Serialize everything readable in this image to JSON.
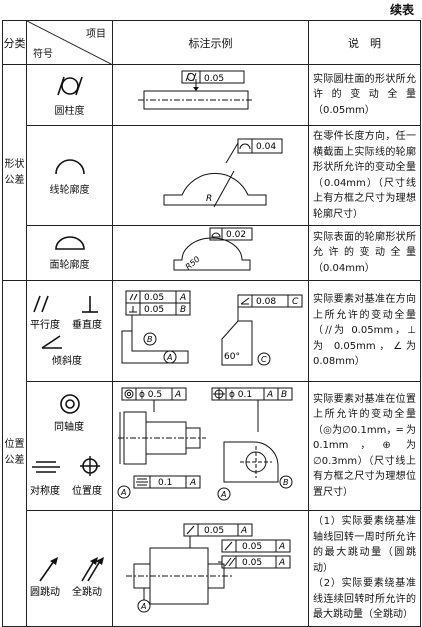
{
  "continued_label": "续表",
  "header": {
    "category": "分类",
    "item": "项目",
    "symbol": "符号",
    "example": "标注示例",
    "description": "说　明"
  },
  "categories": {
    "shape": "形状公差",
    "position": "位置公差"
  },
  "rows": [
    {
      "name": "圆柱度",
      "tolerance": "0.05",
      "description": "实际圆柱面的形状所允许的变动全量（0.05mm）"
    },
    {
      "name": "线轮廓度",
      "tolerance": "0.04",
      "radius_label": "R",
      "description": "在零件长度方向，任一横截面上实际线的轮廓形状所允许的变动全量（0.04mm）（尺寸线上有方框之尺寸为理想轮廓尺寸）"
    },
    {
      "name": "面轮廓度",
      "tolerance": "0.02",
      "radius_label": "R50",
      "description": "实际表面的轮廓形状所允许的变动全量（0.04mm）"
    },
    {
      "name_parallel": "平行度",
      "name_perpendicular": "垂直度",
      "name_angularity": "倾斜度",
      "parallel_tol": "0.05",
      "parallel_datum": "A",
      "perp_tol": "0.05",
      "perp_datum": "B",
      "angular_tol": "0.08",
      "angular_datum": "C",
      "angle_label": "60°",
      "datum_b": "B",
      "datum_a": "A",
      "datum_c": "C",
      "description": "实际要素对基准在方向上所允许的变动全量（∕∕为 0.05mm，⊥ 为 0.05mm，∠为0.08mm）"
    },
    {
      "name_coaxiality": "同轴度",
      "name_symmetry": "对称度",
      "name_position": "位置度",
      "coax_tol": "ϕ 0.5",
      "coax_datum": "A",
      "pos_tol": "ϕ 0.1",
      "pos_datum1": "A",
      "pos_datum2": "B",
      "sym_tol": "0.1",
      "sym_datum": "A",
      "datum_a": "A",
      "datum_b": "B",
      "description": "实际要素对基准在位置上所允许的变动全量（◎为∅0.1mm，═ 为 0.1mm，⊕ 为 ∅0.3mm）（尺寸线上有方框之尺寸为理想位置尺寸）"
    },
    {
      "name_circular": "圆跳动",
      "name_total": "全跳动",
      "tol_1": "0.05",
      "datum_1": "A",
      "tol_2": "0.05",
      "datum_2": "A",
      "tol_3": "0.05",
      "datum_3": "A",
      "datum_a": "A",
      "description_1": "（1）实际要素绕基准轴线回转一周时所允许的最大跳动量（圆跳动）",
      "description_2": "（2）实际要素绕基准线连续回转时所允许的最大跳动量（全跳动）"
    }
  ]
}
